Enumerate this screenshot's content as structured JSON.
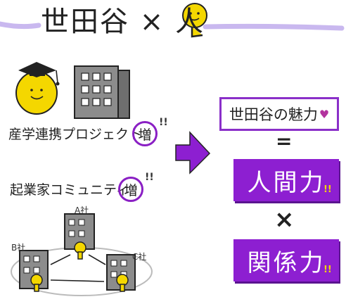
{
  "title": "世田谷 × 人",
  "left_items": [
    {
      "label": "産学連携プロジェクト",
      "badge": "増",
      "exclaim": "!!"
    },
    {
      "label": "起業家コミュニティ",
      "badge": "増",
      "exclaim": "!!"
    }
  ],
  "companies": [
    "A社",
    "B社",
    "C社"
  ],
  "right": {
    "charm": "世田谷の魅力",
    "heart": "♥",
    "equals": "=",
    "human": "人間力",
    "human_exclaim": "!!",
    "times": "×",
    "relation": "関係力",
    "relation_exclaim": "!!"
  },
  "colors": {
    "purple": "#8d1fd1",
    "yellow": "#f4d700",
    "lavender": "#c9b8ef",
    "building_gray": "#8c8c8c"
  }
}
